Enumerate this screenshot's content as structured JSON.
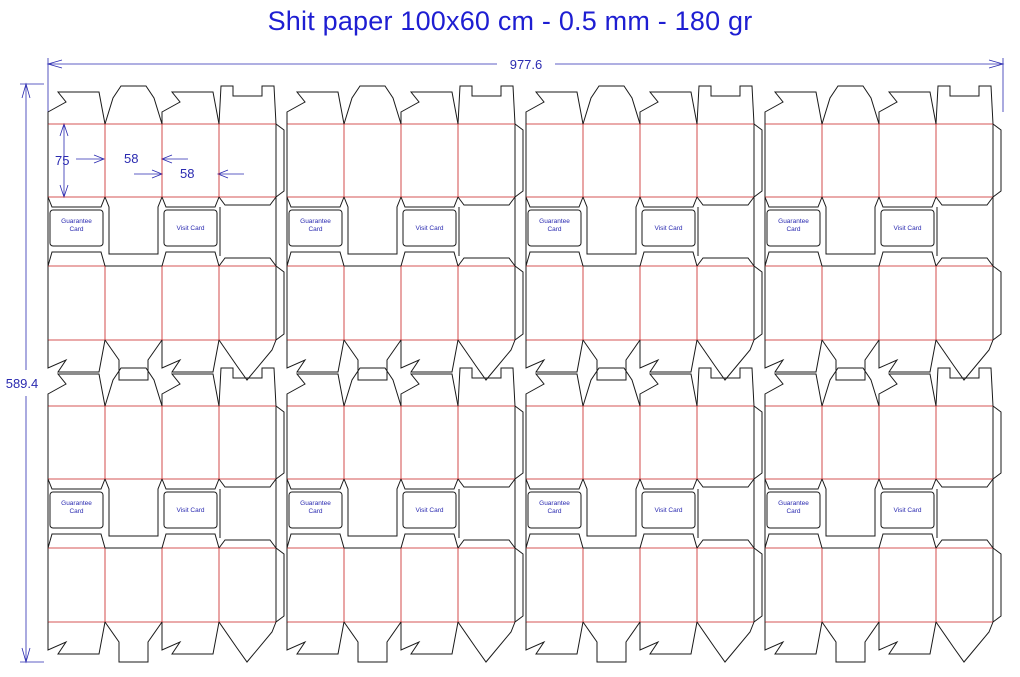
{
  "title": "Shit paper 100x60 cm - 0.5 mm -  180 gr",
  "dimensions": {
    "sheet_width": "977.6",
    "sheet_height": "589.4",
    "box_height": "75",
    "panel_width_a": "58",
    "panel_width_b": "58"
  },
  "card_labels": {
    "guarantee": "Guarantee Card",
    "visit": "Visit Card"
  },
  "layout": {
    "columns": 4,
    "rows": 2,
    "panels_per_box": 4
  },
  "colors": {
    "cut_line": "#1a1a1a",
    "fold_line": "#c81e1e",
    "dimension": "#2a2ab0",
    "title": "#1e1ed2"
  }
}
